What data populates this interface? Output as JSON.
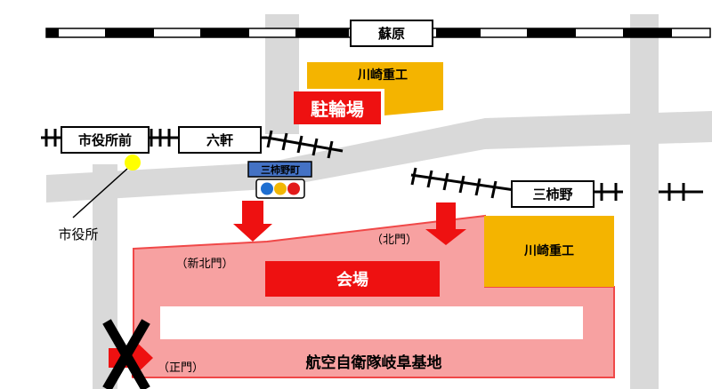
{
  "stations": {
    "soharu": "蘇原",
    "shiyakushomae": "市役所前",
    "roken": "六軒",
    "mikakino": "三柿野"
  },
  "signal": {
    "label": "三柿野町",
    "lamp_colors": [
      "#1f6fd1",
      "#f2b705",
      "#e21b1b"
    ]
  },
  "places": {
    "kawasaki_top": "川崎重工",
    "kawasaki_right": "川崎重工",
    "parking": "駐輪場",
    "city_hall": "市役所",
    "venue": "会場",
    "base": "航空自衛隊岐阜基地"
  },
  "gates": {
    "new_north": "（新北門）",
    "north": "（北門）",
    "main": "（正門）"
  },
  "colors": {
    "road": "#d9d9d9",
    "venue_area": "#f7a1a1",
    "venue_border": "#f04848",
    "arrow": "#ee1111",
    "company": "#f4b400",
    "signal_box": "#4472c4",
    "city_hall_dot": "#ffff00"
  }
}
